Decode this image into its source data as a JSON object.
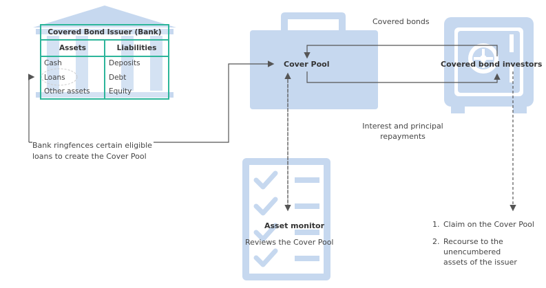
{
  "issuer": {
    "title": "Covered Bond Issuer (Bank)",
    "assets_header": "Assets",
    "liabilities_header": "Liabilities",
    "assets": [
      "Cash",
      "Loans",
      "Other assets"
    ],
    "liabilities": [
      "Deposits",
      "Debt",
      "Equity"
    ]
  },
  "labels": {
    "covered_bonds": "Covered bonds",
    "cover_pool": "Cover Pool",
    "investors": "Covered bond investors",
    "interest_line1": "Interest and principal",
    "interest_line2": "repayments",
    "ringfence_line1": "Bank ringfences certain eligible",
    "ringfence_line2": "loans to create the Cover Pool",
    "asset_monitor": "Asset monitor",
    "asset_monitor_desc": "Reviews the Cover Pool"
  },
  "claims": [
    {
      "num": "1.",
      "text": "Claim on the Cover Pool"
    },
    {
      "num": "2.",
      "text": "Recourse to the unencumbered assets of the issuer"
    }
  ],
  "colors": {
    "icon": "#c6d8ef",
    "table_border": "#2cb59a",
    "arrow": "#555555",
    "loan_highlight": "#bbbbbb"
  },
  "icons": [
    "bank-icon",
    "briefcase-icon",
    "safe-icon",
    "checklist-icon"
  ]
}
